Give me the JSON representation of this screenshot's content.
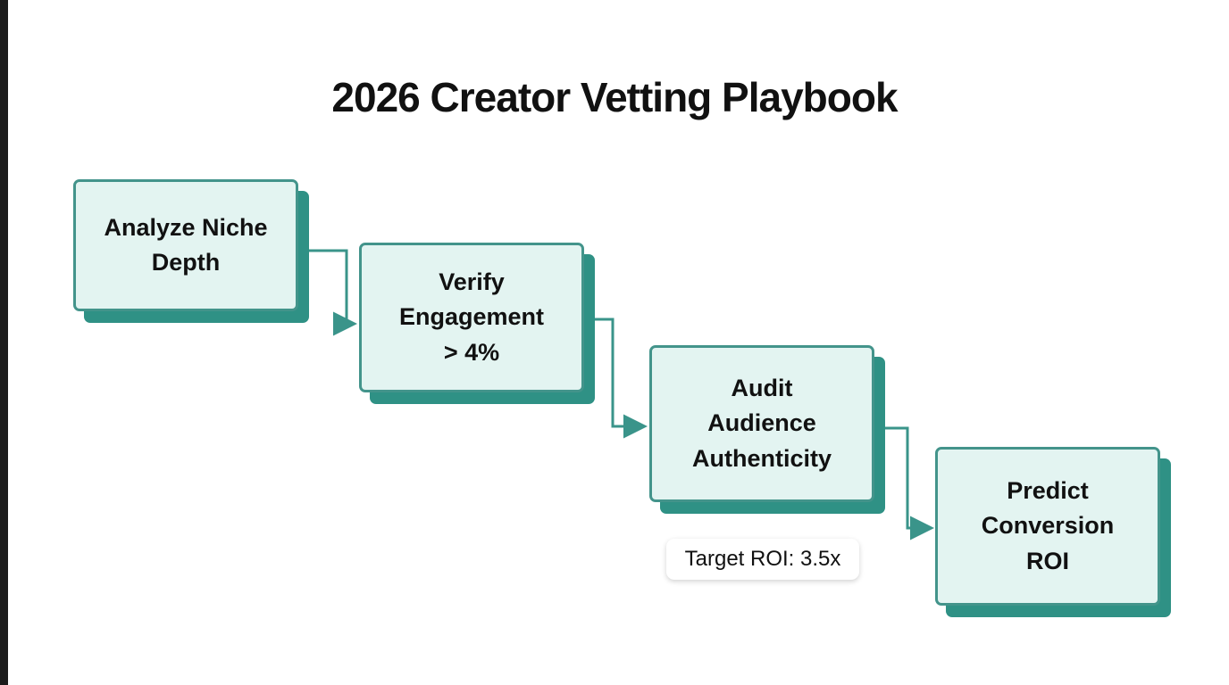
{
  "page": {
    "title": "2026 Creator Vetting Playbook"
  },
  "diagram": {
    "type": "flowchart",
    "direction": "left-to-right descending staircase",
    "nodes": [
      {
        "id": "analyze-niche-depth",
        "label": "Analyze Niche\nDepth"
      },
      {
        "id": "verify-engagement",
        "label": "Verify\nEngagement\n> 4%"
      },
      {
        "id": "audit-audience",
        "label": "Audit\nAudience\nAuthenticity"
      },
      {
        "id": "predict-conversion-roi",
        "label": "Predict\nConversion\nROI"
      }
    ],
    "edges": [
      {
        "from": "analyze-niche-depth",
        "to": "verify-engagement",
        "style": "elbow-arrow"
      },
      {
        "from": "verify-engagement",
        "to": "audit-audience",
        "style": "elbow-arrow"
      },
      {
        "from": "audit-audience",
        "to": "predict-conversion-roi",
        "style": "elbow-arrow"
      }
    ],
    "annotations": [
      {
        "id": "target-roi",
        "label": "Target ROI: 3.5x",
        "attached_to": "audit-audience"
      }
    ]
  },
  "colors": {
    "node_fill": "#e3f4f1",
    "node_border": "#43948b",
    "node_shadow": "#2f9185",
    "arrow": "#3a948a",
    "title_text": "#111111",
    "background": "#ffffff",
    "edge_bar": "#1c1c1c"
  }
}
